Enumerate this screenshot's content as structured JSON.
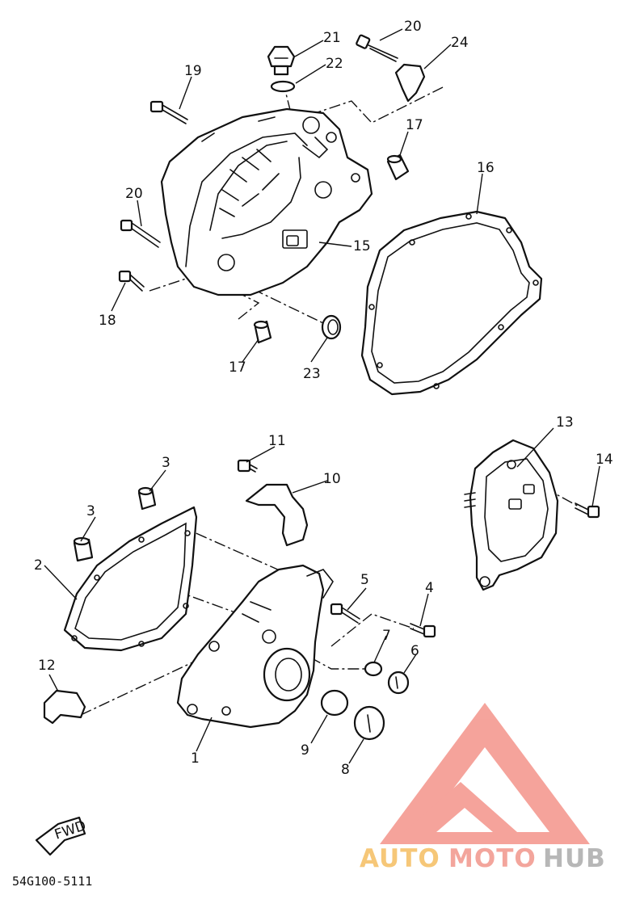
{
  "part_labels": {
    "p1": "1",
    "p2": "2",
    "p3a": "3",
    "p3b": "3",
    "p4": "4",
    "p5": "5",
    "p6": "6",
    "p7": "7",
    "p8": "8",
    "p9": "9",
    "p10": "10",
    "p11": "11",
    "p12": "12",
    "p13": "13",
    "p14": "14",
    "p15": "15",
    "p16": "16",
    "p17a": "17",
    "p17b": "17",
    "p18": "18",
    "p19": "19",
    "p20a": "20",
    "p20b": "20",
    "p21": "21",
    "p22": "22",
    "p23": "23",
    "p24": "24"
  },
  "fwd_label": "FWD",
  "drawing_code": "54G100-5111",
  "watermark": {
    "auto": "AUTO",
    "moto": "MOTO",
    "hub": "HUB",
    "colors": {
      "auto": "#f6c778",
      "moto": "#f3a59c",
      "hub": "#b7b7b7",
      "logo": "#f08a80"
    }
  }
}
